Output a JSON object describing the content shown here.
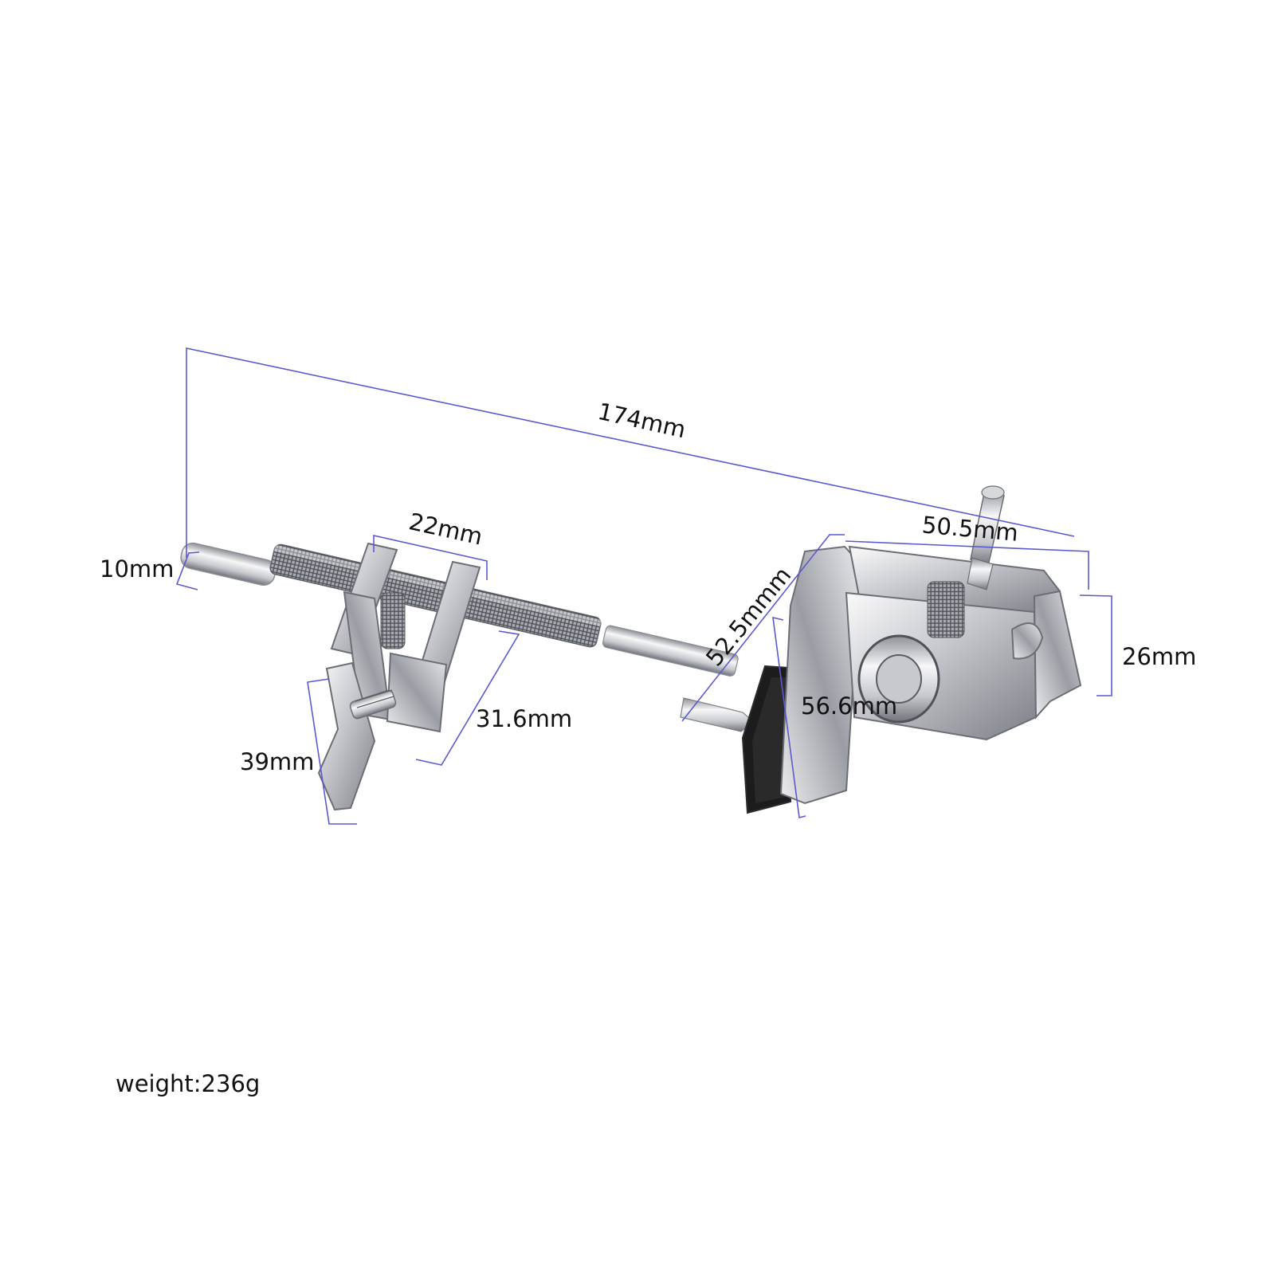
{
  "dimensions": {
    "total_length": "174mm",
    "rod_diameter": "10mm",
    "small_clamp_width": "22mm",
    "small_clamp_height": "31.6mm",
    "wing_screw_length": "39mm",
    "arm_length": "52.5mmm",
    "jaw_height": "56.6mm",
    "large_clamp_width": "50.5mm",
    "large_clamp_depth": "26mm"
  },
  "weight": "weight:236g",
  "colors": {
    "dimension_line": "#5a5ad0",
    "label": "#111111",
    "chrome_light": "#f2f2f4",
    "chrome_mid": "#b9bcc2",
    "chrome_dark": "#6d7077",
    "pad": "#1c1c1c"
  }
}
